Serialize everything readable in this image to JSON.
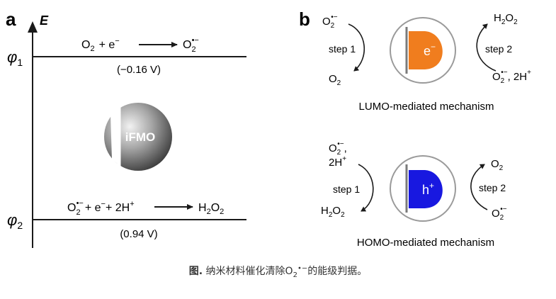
{
  "panel_a": {
    "label": "a",
    "axis_label": "E",
    "phi1": "φ",
    "phi1_sub": "1",
    "phi2": "φ",
    "phi2_sub": "2",
    "reaction_top": {
      "reactant": "O",
      "reactant_sub": "2",
      "plus_e": "+ e",
      "minus": "−",
      "product": "O",
      "product_sub": "2",
      "product_sup": "•−"
    },
    "value_top": "(−0.16 V)",
    "center_label": "iFMO",
    "reaction_bottom": {
      "r1": "O",
      "r1_sub": "2",
      "r1_sup": "•−",
      "plus_e": "+ e",
      "e_sup": "−",
      "plus_h": "+ 2H",
      "h_sup": "+",
      "product": "H",
      "product_sub1": "2",
      "product_o": "O",
      "product_sub2": "2"
    },
    "value_bottom": "(0.94 V)"
  },
  "panel_b": {
    "label": "b",
    "lumo": {
      "inner_label": "e",
      "inner_sup": "−",
      "inner_color": "#f07d1e",
      "step1": "step 1",
      "step2": "step 2",
      "top_left": "O",
      "top_left_sub": "2",
      "top_left_sup": "•−",
      "bottom_left": "O",
      "bottom_left_sub": "2",
      "top_right": "H",
      "top_right_sub1": "2",
      "top_right_o": "O",
      "top_right_sub2": "2",
      "bottom_right": "O",
      "bottom_right_sub": "2",
      "bottom_right_sup": "•−",
      "bottom_right_extra": ", 2H",
      "bottom_right_extra_sup": "+",
      "caption": "LUMO-mediated mechanism"
    },
    "homo": {
      "inner_label": "h",
      "inner_sup": "+",
      "inner_color": "#1818e0",
      "step1": "step 1",
      "step2": "step 2",
      "top_left": "O",
      "top_left_sub": "2",
      "top_left_sup": "•−",
      "top_left_comma": ",",
      "top_left_2": "2H",
      "top_left_2_sup": "+",
      "bottom_left": "H",
      "bottom_left_sub1": "2",
      "bottom_left_o": "O",
      "bottom_left_sub2": "2",
      "top_right": "O",
      "top_right_sub": "2",
      "bottom_right": "O",
      "bottom_right_sub": "2",
      "bottom_right_sup": "•−",
      "caption": "HOMO-mediated mechanism"
    }
  },
  "figure_caption": {
    "prefix": "图.",
    "text": " 纳米材料催化清除O",
    "sub": "2",
    "sup": "•−",
    "suffix": "的能级判据。"
  }
}
